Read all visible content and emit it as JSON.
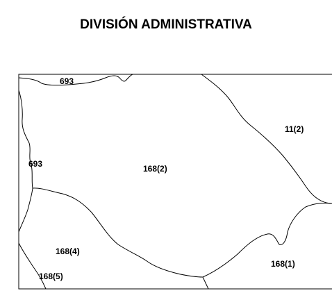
{
  "map": {
    "title": "DIVISIÓN ADMINISTRATIVA",
    "parcels": [
      {
        "id": "693-top",
        "label": "693"
      },
      {
        "id": "11-2",
        "label": "11(2)"
      },
      {
        "id": "693-left",
        "label": "693"
      },
      {
        "id": "168-2",
        "label": "168(2)"
      },
      {
        "id": "168-4",
        "label": "168(4)"
      },
      {
        "id": "168-1",
        "label": "168(1)"
      },
      {
        "id": "168-5",
        "label": "168(5)"
      }
    ],
    "colors": {
      "background": "#ffffff",
      "lines": "#000000",
      "text": "#000000"
    }
  }
}
